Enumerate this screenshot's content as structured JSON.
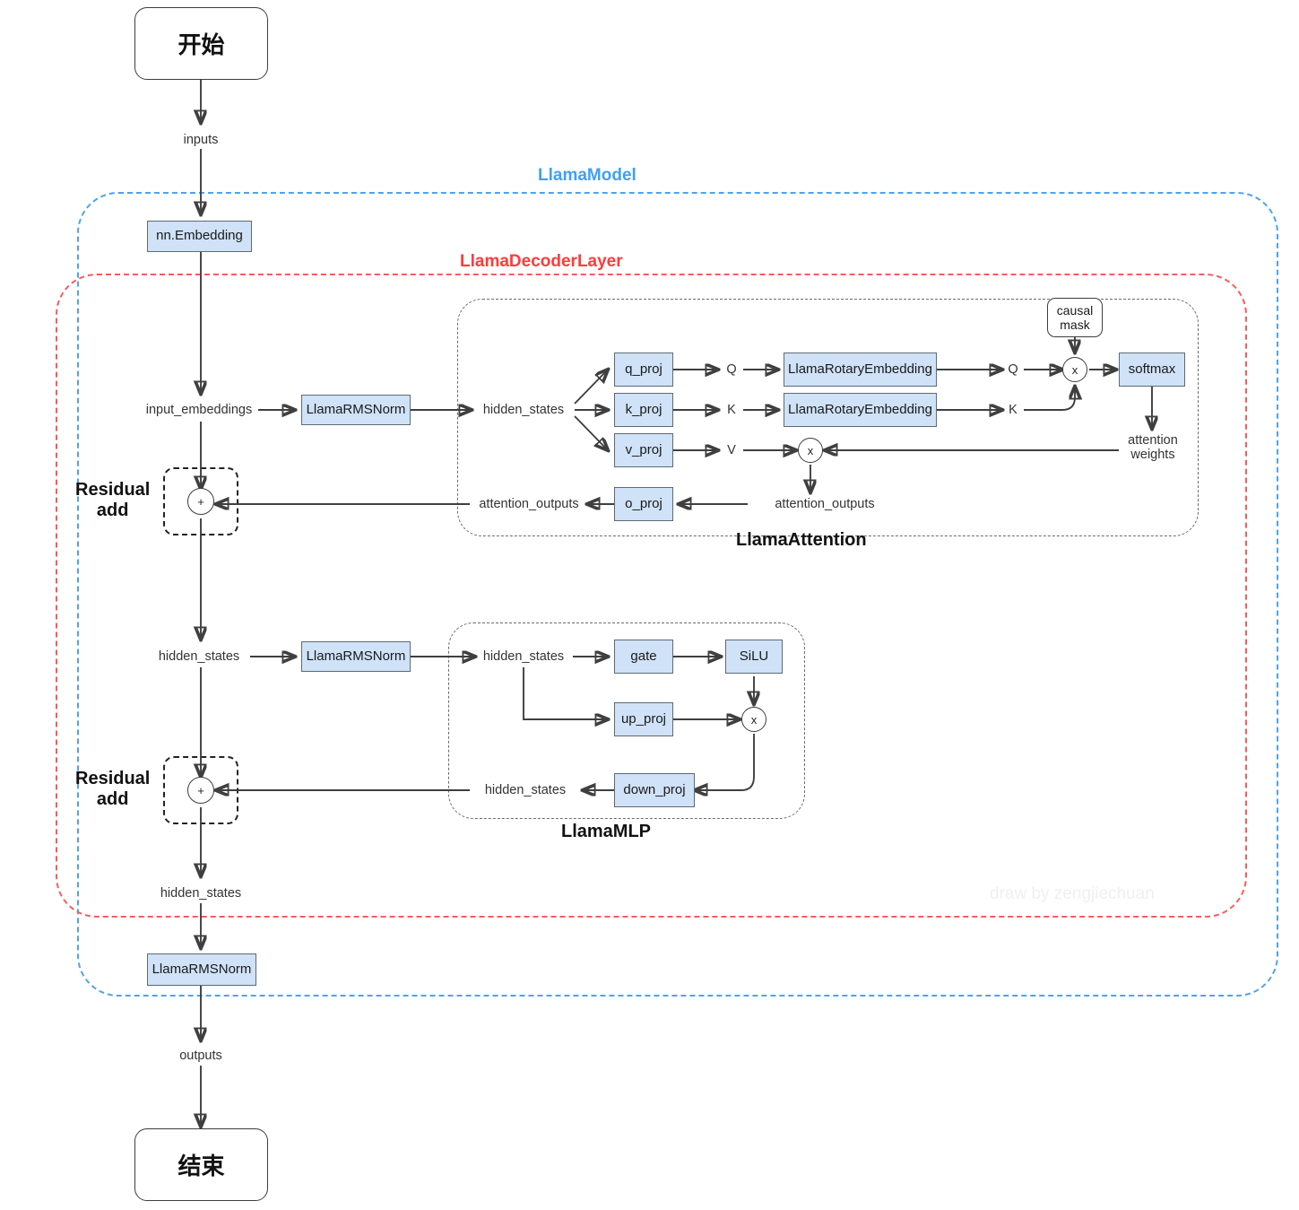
{
  "diagram": {
    "title_watermark": "draw by zengjiechuan",
    "groups": {
      "model": "LlamaModel",
      "decoder": "LlamaDecoderLayer",
      "attention": "LlamaAttention",
      "mlp": "LlamaMLP"
    },
    "colors": {
      "model_border": "#4da3ef",
      "decoder_border": "#fb5a5a",
      "submodule_border": "#6b6b6b",
      "box_fill": "#cfe2f7",
      "box_border": "#5f6a72",
      "edge": "#3f3f3f",
      "watermark": "#f0f0f0"
    },
    "terminals": {
      "start": "开始",
      "end": "结束"
    },
    "nodes": {
      "embedding": "nn.Embedding",
      "rmsnorm_attn": "LlamaRMSNorm",
      "rmsnorm_mlp": "LlamaRMSNorm",
      "rmsnorm_final": "LlamaRMSNorm",
      "q_proj": "q_proj",
      "k_proj": "k_proj",
      "v_proj": "v_proj",
      "o_proj": "o_proj",
      "rope_q": "LlamaRotaryEmbedding",
      "rope_k": "LlamaRotaryEmbedding",
      "softmax": "softmax",
      "causal_mask": "causal\nmask",
      "causal_mask_line1": "causal",
      "causal_mask_line2": "mask",
      "gate": "gate",
      "silu": "SiLU",
      "up_proj": "up_proj",
      "down_proj": "down_proj"
    },
    "operators": {
      "residual_add_1": "+",
      "residual_add_2": "+",
      "matmul_qk": "x",
      "matmul_av": "x",
      "mul_mlp": "x"
    },
    "residual_labels": {
      "first_line1": "Residual",
      "first_line2": "add",
      "second_line1": "Residual",
      "second_line2": "add"
    },
    "edge_labels": {
      "inputs": "inputs",
      "input_embeddings": "input_embeddings",
      "hidden_states_attn_in": "hidden_states",
      "q": "Q",
      "k": "K",
      "v": "V",
      "q_rope": "Q",
      "k_rope": "K",
      "attention_weights_line1": "attention",
      "attention_weights_line2": "weights",
      "attention_outputs_right": "attention_outputs",
      "attention_outputs_left": "attention_outputs",
      "hidden_states_mid": "hidden_states",
      "hidden_states_mlp_in": "hidden_states",
      "hidden_states_mlp_out": "hidden_states",
      "hidden_states_bottom": "hidden_states",
      "outputs": "outputs"
    }
  }
}
